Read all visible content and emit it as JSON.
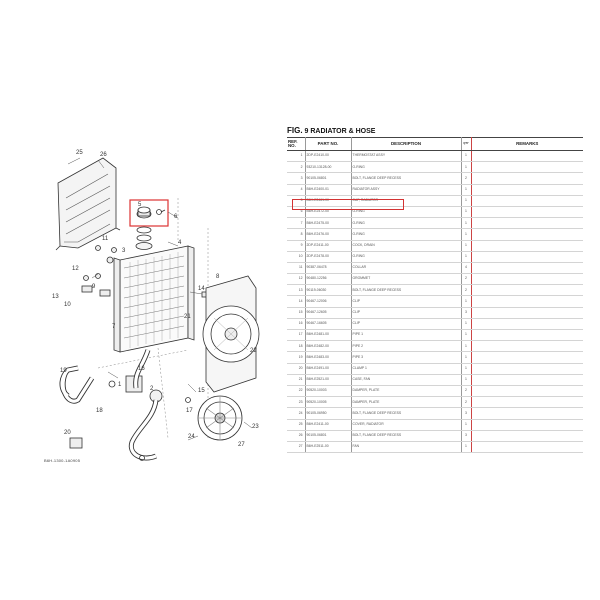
{
  "figure": {
    "fig_label": "FIG.",
    "fig_number": "9",
    "fig_title": "RADIATOR & HOSE"
  },
  "table": {
    "headers": {
      "ref_top": "REF.",
      "ref_bottom": "NO.",
      "part_no": "PART NO.",
      "description": "DESCRIPTION",
      "qty": "QTY",
      "remarks": "REMARKS"
    },
    "rows": [
      {
        "ref": "1",
        "part": "2DP-E2410-00",
        "desc": "THERMOSTAT ASSY",
        "qty": "1"
      },
      {
        "ref": "2",
        "part": "93210-13128-00",
        "desc": "O-RING",
        "qty": "1"
      },
      {
        "ref": "3",
        "part": "90105-06801",
        "desc": "BOLT, FLANGE DEEP RECESS",
        "qty": "2"
      },
      {
        "ref": "4",
        "part": "B6H-E2400-01",
        "desc": "RADIATOR ASSY",
        "qty": "1"
      },
      {
        "ref": "5",
        "part": "B6H-E2461-00",
        "desc": "CAP, RADIATOR",
        "qty": "1"
      },
      {
        "ref": "6",
        "part": "B6H-E2472-00",
        "desc": "O-RING",
        "qty": "1"
      },
      {
        "ref": "7",
        "part": "B6H-E2475-00",
        "desc": "O-RING",
        "qty": "1"
      },
      {
        "ref": "8",
        "part": "B6H-E2476-00",
        "desc": "O-RING",
        "qty": "1"
      },
      {
        "ref": "9",
        "part": "2DP-E2411-00",
        "desc": "COCK, DRAIN",
        "qty": "1"
      },
      {
        "ref": "10",
        "part": "2DP-E2478-00",
        "desc": "O-RING",
        "qty": "1"
      },
      {
        "ref": "11",
        "part": "90387-06478",
        "desc": "COLLAR",
        "qty": "4"
      },
      {
        "ref": "12",
        "part": "90480-12256",
        "desc": "GROMMET",
        "qty": "2"
      },
      {
        "ref": "13",
        "part": "90119-06030",
        "desc": "BOLT, FLANGE DEEP RECESS",
        "qty": "2"
      },
      {
        "ref": "14",
        "part": "90467-12006",
        "desc": "CLIP",
        "qty": "1"
      },
      {
        "ref": "15",
        "part": "90467-12605",
        "desc": "CLIP",
        "qty": "3"
      },
      {
        "ref": "16",
        "part": "90467-16605",
        "desc": "CLIP",
        "qty": "1"
      },
      {
        "ref": "17",
        "part": "B6H-E2481-00",
        "desc": "PIPE 1",
        "qty": "1"
      },
      {
        "ref": "18",
        "part": "B6H-E2482-00",
        "desc": "PIPE 2",
        "qty": "1"
      },
      {
        "ref": "19",
        "part": "B6H-E2483-00",
        "desc": "PIPE 3",
        "qty": "1"
      },
      {
        "ref": "20",
        "part": "B6H-E2491-00",
        "desc": "CLAMP 1",
        "qty": "1"
      },
      {
        "ref": "21",
        "part": "B6H-E2521-00",
        "desc": "CASE, FAN",
        "qty": "1"
      },
      {
        "ref": "22",
        "part": "90520-10003",
        "desc": "DAMPER, PLATE",
        "qty": "2"
      },
      {
        "ref": "23",
        "part": "90520-10005",
        "desc": "DAMPER, PLATE",
        "qty": "2"
      },
      {
        "ref": "24",
        "part": "90105-06950",
        "desc": "BOLT, FLANGE DEEP RECESS",
        "qty": "3"
      },
      {
        "ref": "25",
        "part": "B6H-E2411-00",
        "desc": "COVER, RADIATOR",
        "qty": "1"
      },
      {
        "ref": "26",
        "part": "90105-06801",
        "desc": "BOLT, FLANGE DEEP RECESS",
        "qty": "3"
      },
      {
        "ref": "27",
        "part": "B6H-E2511-00",
        "desc": "FAN",
        "qty": "1"
      }
    ],
    "highlight_color": "#d33333"
  },
  "diagram": {
    "code": "B6H-1300-1A0905",
    "callouts": [
      "1",
      "2",
      "3",
      "4",
      "5",
      "6",
      "7",
      "8",
      "9",
      "10",
      "11",
      "12",
      "13",
      "14",
      "15",
      "16",
      "17",
      "18",
      "19",
      "20",
      "21",
      "22",
      "23",
      "24",
      "25",
      "26",
      "27"
    ]
  }
}
